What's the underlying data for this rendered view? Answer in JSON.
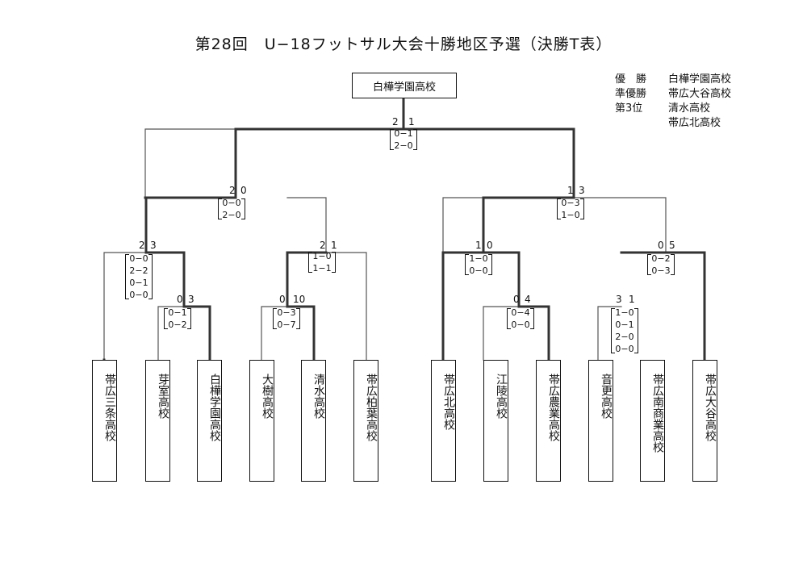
{
  "title": "第28回　U−18フットサル大会十勝地区予選（決勝T表）",
  "champion_box": "白樺学園高校",
  "results": [
    {
      "label": "優　勝",
      "value": "白樺学園高校"
    },
    {
      "label": "準優勝",
      "value": "帯広大谷高校"
    },
    {
      "label": "第3位",
      "value": "清水高校"
    },
    {
      "label": "",
      "value": "帯広北高校"
    }
  ],
  "teams": [
    "帯広三条高校",
    "芽室高校",
    "白樺学園高校",
    "大樹高校",
    "清水高校",
    "帯広柏葉高校",
    "帯広北高校",
    "江陵高校",
    "帯広農業高校",
    "音更高校",
    "帯広南商業高校",
    "帯広大谷高校"
  ],
  "matches": {
    "final": {
      "left": "2",
      "right": "1",
      "details": [
        "0−1",
        "2−0"
      ]
    },
    "sf1": {
      "left": "2",
      "right": "0",
      "details": [
        "0−0",
        "2−0"
      ]
    },
    "sf2": {
      "left": "1",
      "right": "3",
      "details": [
        "0−3",
        "1−0"
      ]
    },
    "qf1": {
      "left": "2",
      "right": "3",
      "details": [
        "0−0",
        "2−2",
        "0−1",
        "0−0"
      ]
    },
    "qf2": {
      "left": "2",
      "right": "1",
      "details": [
        "1−0",
        "1−1"
      ]
    },
    "qf3": {
      "left": "1",
      "right": "0",
      "details": [
        "1−0",
        "0−0"
      ]
    },
    "qf4": {
      "left": "0",
      "right": "5",
      "details": [
        "0−2",
        "0−3"
      ]
    },
    "r1a": {
      "left": "0",
      "right": "3",
      "details": [
        "0−1",
        "0−2"
      ]
    },
    "r1b": {
      "left": "0",
      "right": "10",
      "details": [
        "0−3",
        "0−7"
      ]
    },
    "r1c": {
      "left": "0",
      "right": "4",
      "details": [
        "0−4",
        "0−0"
      ]
    },
    "r1d": {
      "left": "3",
      "right": "1",
      "details": [
        "1−0",
        "0−1",
        "2−0",
        "0−0"
      ]
    }
  }
}
